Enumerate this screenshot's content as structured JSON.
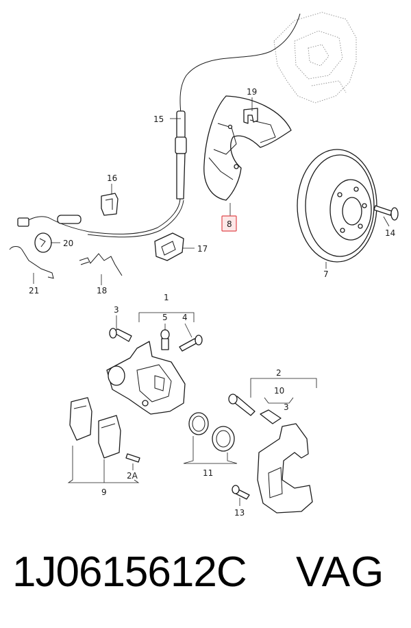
{
  "diagram": {
    "callouts": {
      "c1": "1",
      "c2": "2",
      "c2a": "2A",
      "c3a": "3",
      "c3b": "3",
      "c4": "4",
      "c5": "5",
      "c7": "7",
      "c8": "8",
      "c9": "9",
      "c10": "10",
      "c11": "11",
      "c13": "13",
      "c14": "14",
      "c15": "15",
      "c16": "16",
      "c17": "17",
      "c18": "18",
      "c19": "19",
      "c20": "20",
      "c21": "21"
    },
    "highlighted_callout": "8",
    "highlight_color": "#e0484c"
  },
  "footer": {
    "part_number": "1J0615612C",
    "brand": "VAG"
  }
}
